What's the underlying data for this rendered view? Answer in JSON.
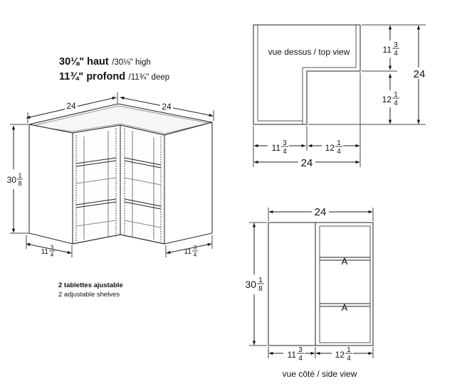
{
  "spec": {
    "height_fr": "30⅛\" haut",
    "height_en": "/30⅛\" high",
    "depth_fr": "11¾\" profond",
    "depth_en": "/11¾\" deep"
  },
  "shelves": {
    "fr": "2 tablettes ajustable",
    "en": "2 adjustable shelves"
  },
  "iso": {
    "width_left": "24",
    "width_right": "24",
    "height_whole": "30",
    "height_num": "1",
    "height_den": "8",
    "depth_left_whole": "11",
    "depth_left_num": "3",
    "depth_left_den": "4",
    "depth_right_whole": "11",
    "depth_right_num": "3",
    "depth_right_den": "4"
  },
  "top_view": {
    "label": "vue dessus / top view",
    "right_upper_whole": "11",
    "right_upper_num": "3",
    "right_upper_den": "4",
    "right_lower_whole": "12",
    "right_lower_num": "1",
    "right_lower_den": "4",
    "right_total": "24",
    "bottom_left_whole": "11",
    "bottom_left_num": "3",
    "bottom_left_den": "4",
    "bottom_right_whole": "12",
    "bottom_right_num": "1",
    "bottom_right_den": "4",
    "bottom_total": "24"
  },
  "side_view": {
    "label": "vue côté / side view",
    "top_total": "24",
    "height_whole": "30",
    "height_num": "1",
    "height_den": "8",
    "shelf_mark_1": "A",
    "shelf_mark_2": "A",
    "bottom_left_whole": "11",
    "bottom_left_num": "3",
    "bottom_left_den": "4",
    "bottom_right_whole": "12",
    "bottom_right_num": "1",
    "bottom_right_den": "4"
  }
}
